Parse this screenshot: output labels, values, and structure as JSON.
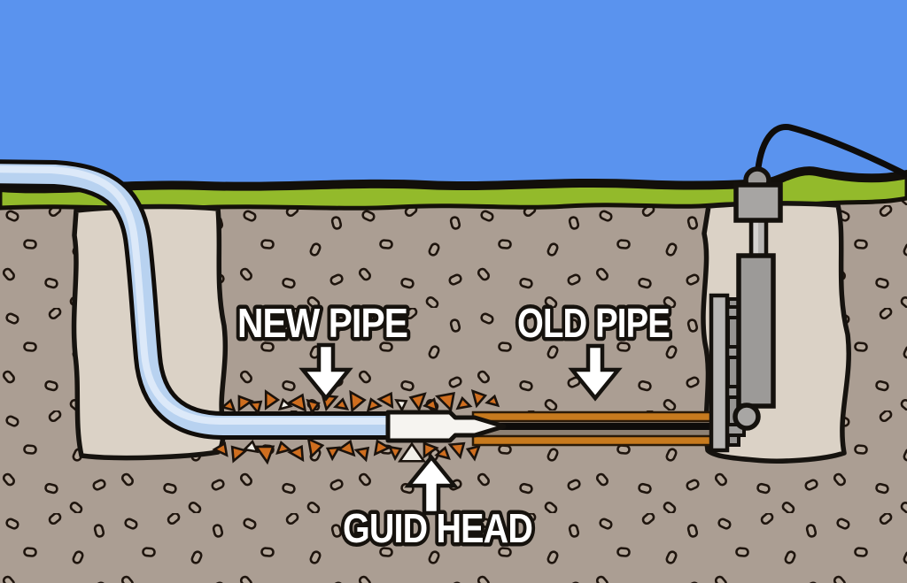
{
  "labels": {
    "new_pipe": "NEW PIPE",
    "old_pipe": "OLD PIPE",
    "guide_head": "GUID HEAD"
  },
  "colors": {
    "sky": "#5a93ee",
    "grass": "#93ba2b",
    "soil": "#ab9e93",
    "pit": "#dbd2c6",
    "speckle": "#b5a89b",
    "outline": "#16120d",
    "new_pipe": "#b8d2f0",
    "new_pipe_highlight": "#dcE9f9",
    "old_pipe": "#c77a1e",
    "old_pipe_interior": "#8e8174",
    "head": "#f6f4f0",
    "machine": "#9c9a98",
    "machine_light": "#b9b7b5",
    "label_text": "#ffffff",
    "shard": "#cf6e1f",
    "shard_alt": "#f2efe8"
  }
}
